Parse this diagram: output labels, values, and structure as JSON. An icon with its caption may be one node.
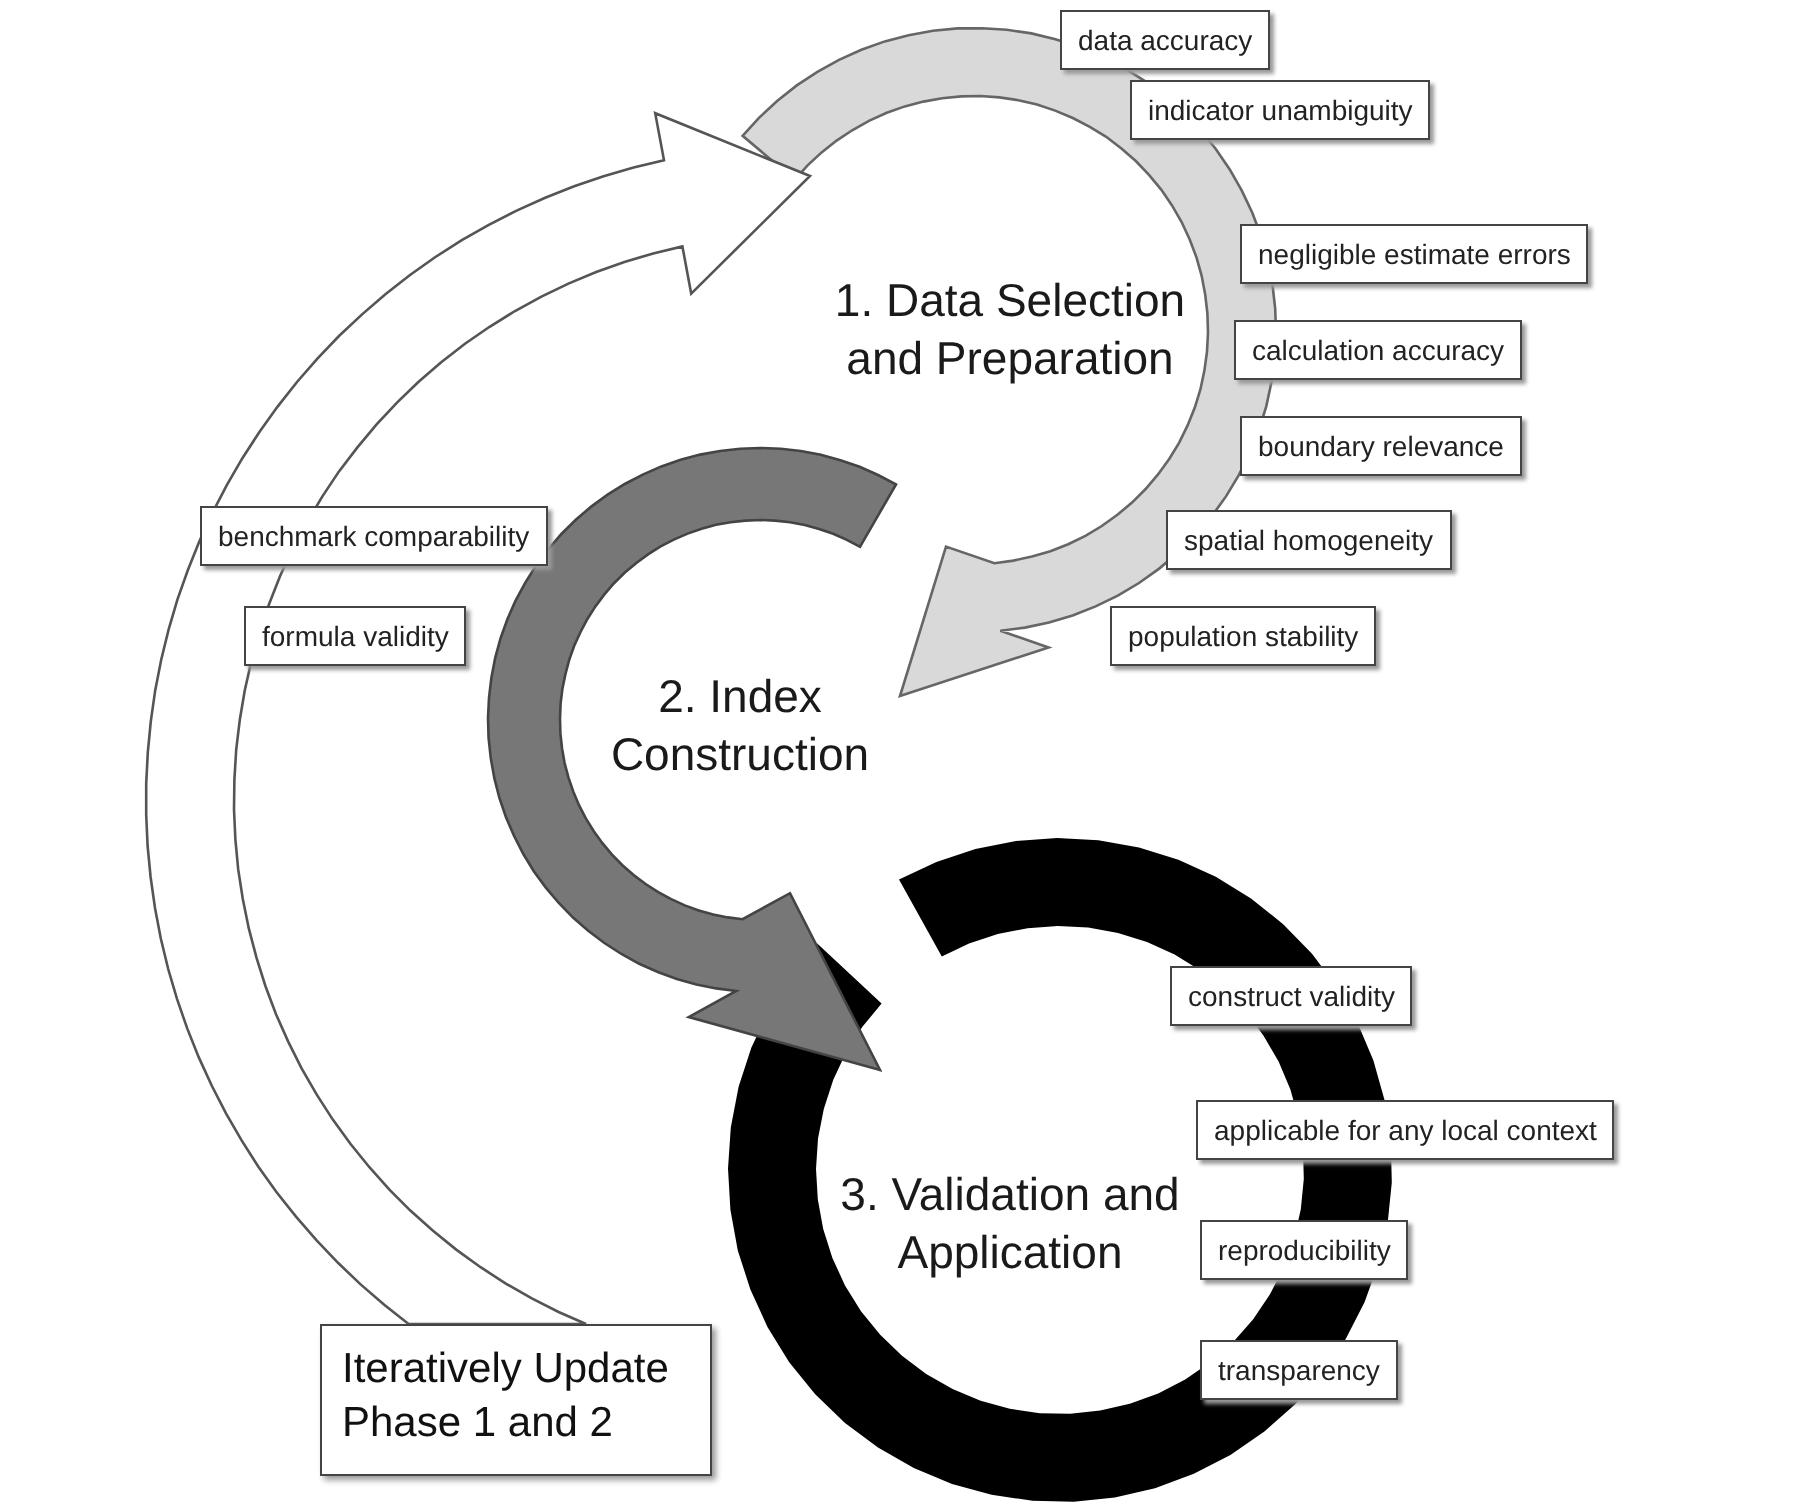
{
  "diagram": {
    "nodes": [
      {
        "text": [
          "1. Data Selection and Preparation"
        ]
      },
      {
        "text": [
          "data accuracy"
        ]
      },
      {
        "text": [
          "indicator unambiguity"
        ]
      },
      {
        "text": [
          "negligible estimate errors"
        ]
      },
      {
        "text": [
          "calculation accuracy"
        ]
      },
      {
        "text": [
          "boundary relevance"
        ]
      },
      {
        "text": [
          "spatial homogeneity"
        ]
      },
      {
        "text": [
          "population stability"
        ]
      },
      {
        "text": [
          "benchmark comparability"
        ]
      },
      {
        "text": [
          "formula validity"
        ]
      },
      {
        "text": [
          "2. Index Construction"
        ]
      },
      {
        "text": [
          "3. Validation and Application"
        ]
      },
      {
        "text": [
          "construct validity"
        ]
      },
      {
        "text": [
          "applicable for any local context"
        ]
      },
      {
        "text": [
          "reproducibility"
        ]
      },
      {
        "text": [
          "transparency"
        ]
      },
      {
        "text": [
          "Iteratively Update Phase 1 and 2"
        ]
      }
    ],
    "edges": [
      {
        "from": 0,
        "to": 10,
        "arrow": "to",
        "color": "#d9d9d9"
      },
      {
        "from": 10,
        "to": 11,
        "arrow": "to",
        "color": "#777777"
      },
      {
        "from": 16,
        "to": 0,
        "arrow": "to",
        "color": "#ffffff"
      }
    ]
  }
}
